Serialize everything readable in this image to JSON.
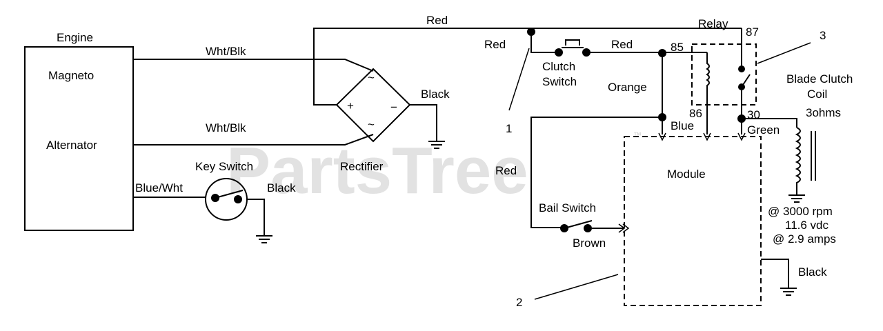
{
  "labels": {
    "engine": "Engine",
    "magneto": "Magneto",
    "alternator": "Alternator",
    "wht_blk_top": "Wht/Blk",
    "wht_blk_bottom": "Wht/Blk",
    "rectifier": "Rectifier",
    "rect_plus": "+",
    "rect_minus": "−",
    "rect_ac_top": "~",
    "rect_ac_bottom": "~",
    "black_rectifier": "Black",
    "key_switch": "Key Switch",
    "blue_wht": "Blue/Wht",
    "black_key": "Black",
    "red_top": "Red",
    "red_left": "Red",
    "red_clutch": "Red",
    "red_bail": "Red",
    "clutch_switch_1": "Clutch",
    "clutch_switch_2": "Switch",
    "orange": "Orange",
    "relay": "Relay",
    "pin_85": "85",
    "pin_86": "86",
    "pin_87": "87",
    "pin_30": "30",
    "blue": "Blue",
    "green": "Green",
    "blade_clutch_1": "Blade Clutch",
    "blade_clutch_2": "Coil",
    "blade_clutch_3": "3ohms",
    "module": "Module",
    "bail_switch": "Bail Switch",
    "brown": "Brown",
    "rpm": "@ 3000 rpm",
    "vdc": "11.6 vdc",
    "amps": "@ 2.9 amps",
    "black_module": "Black",
    "callout_1": "1",
    "callout_2": "2",
    "callout_3": "3"
  },
  "watermark": {
    "text": "PartsTree",
    "tm": "™"
  }
}
